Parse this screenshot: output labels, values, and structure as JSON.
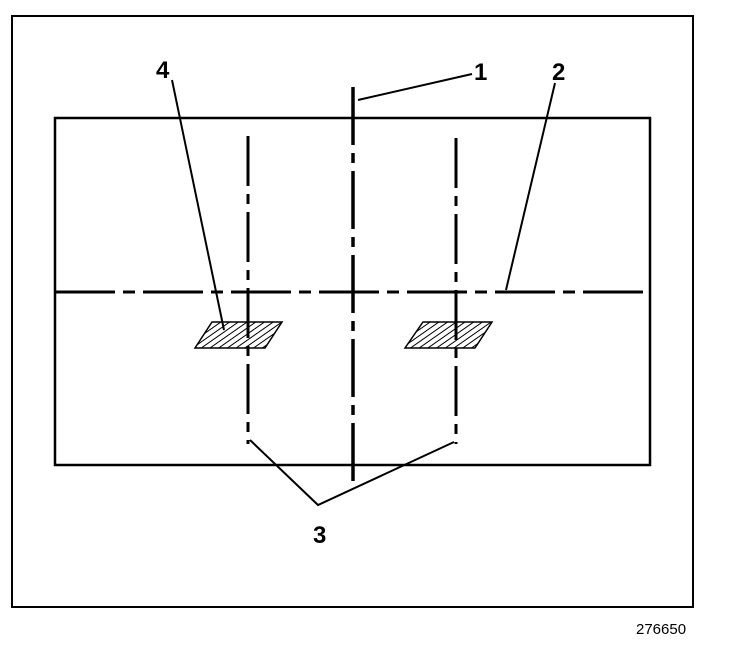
{
  "callouts": {
    "c1": "1",
    "c2": "2",
    "c3": "3",
    "c4": "4"
  },
  "figure_id": "276650",
  "colors": {
    "line": "#000000",
    "background": "#ffffff"
  }
}
